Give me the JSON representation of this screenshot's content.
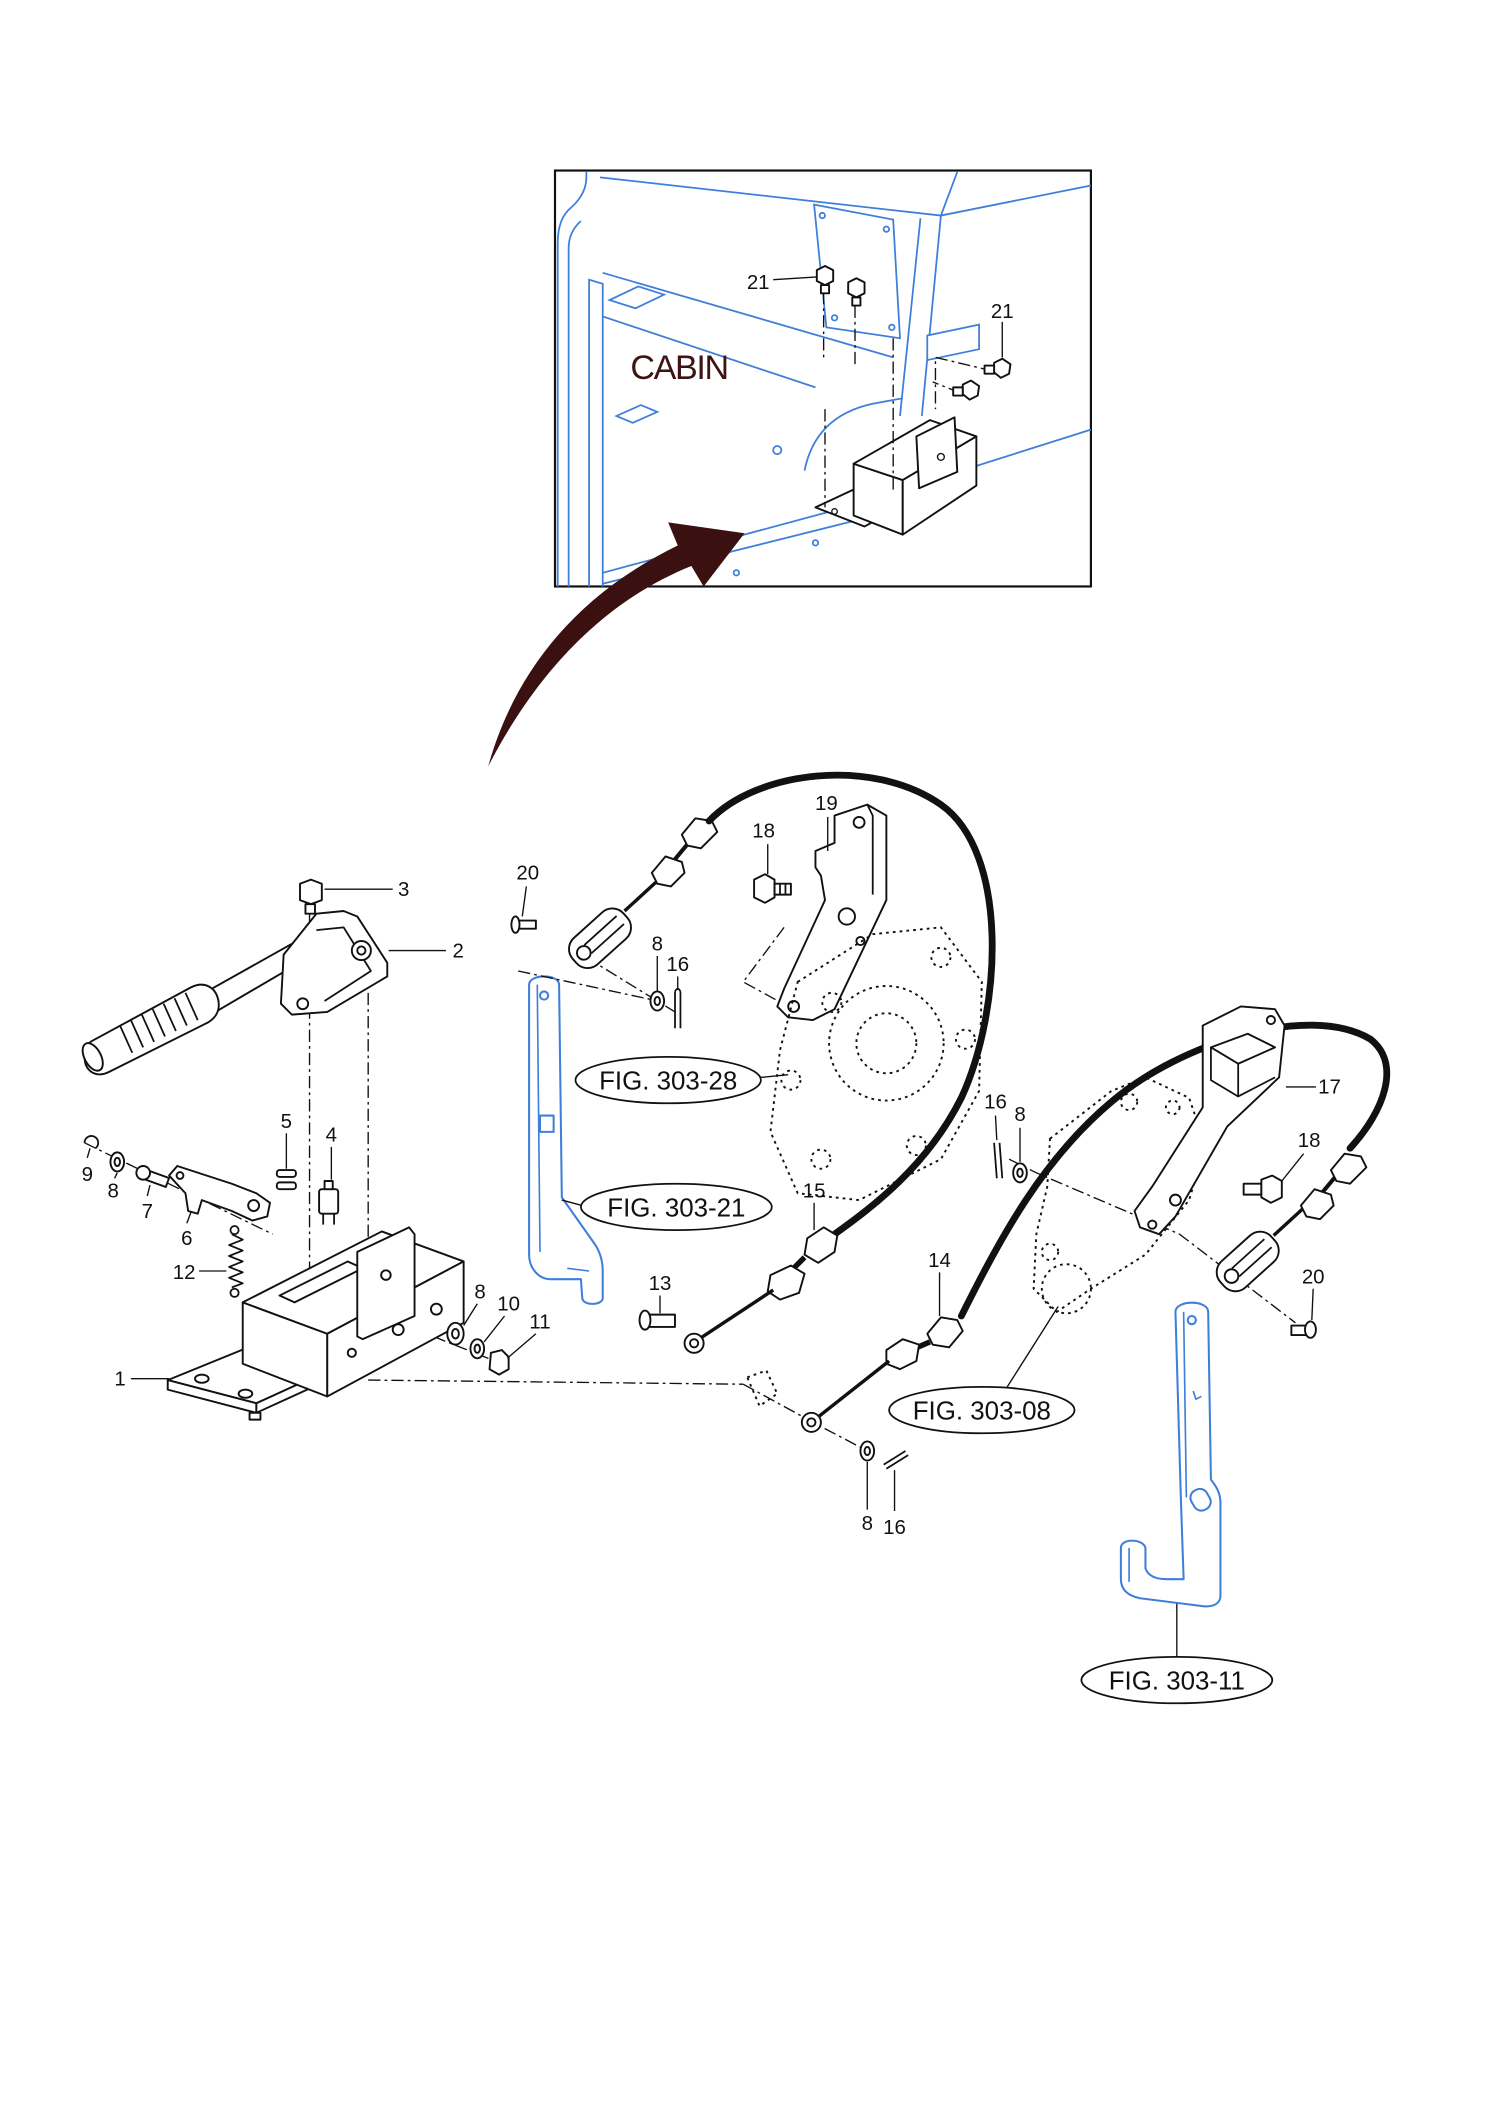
{
  "inset": {
    "label": "CABIN",
    "callouts": [
      "21",
      "21"
    ]
  },
  "callouts": [
    "3",
    "2",
    "20",
    "8",
    "16",
    "18",
    "19",
    "5",
    "4",
    "9",
    "8",
    "7",
    "6",
    "12",
    "1",
    "8",
    "10",
    "11",
    "13",
    "15",
    "14",
    "16",
    "8",
    "17",
    "18",
    "20",
    "8",
    "16"
  ],
  "figure_refs": [
    "FIG. 303-28",
    "FIG. 303-21",
    "FIG. 303-08",
    "FIG. 303-11"
  ],
  "colors": {
    "outline": "#111111",
    "part_blue": "#3f7fd9",
    "arrow": "#3a1010",
    "cabin_label": "#3d1414"
  }
}
